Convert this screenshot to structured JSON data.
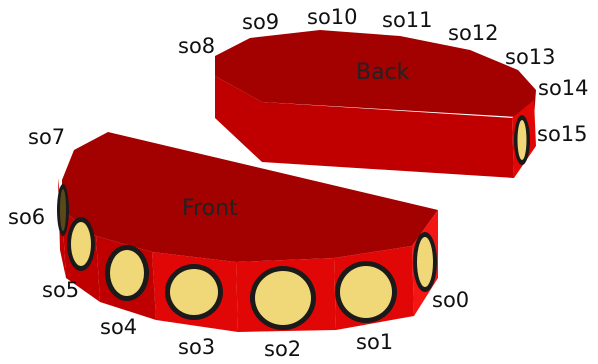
{
  "parts": {
    "back": "Back",
    "front": "Front"
  },
  "sensors": [
    "so0",
    "so1",
    "so2",
    "so3",
    "so4",
    "so5",
    "so6",
    "so7",
    "so8",
    "so9",
    "so10",
    "so11",
    "so12",
    "so13",
    "so14",
    "so15"
  ],
  "colors": {
    "top": "#a30000",
    "side_dark": "#c00000",
    "side": "#e10707",
    "side_light": "#f41515",
    "transducer": "#f0d878",
    "transducer_shadow": "#5a4a1a",
    "ring": "#1a1a1a"
  }
}
